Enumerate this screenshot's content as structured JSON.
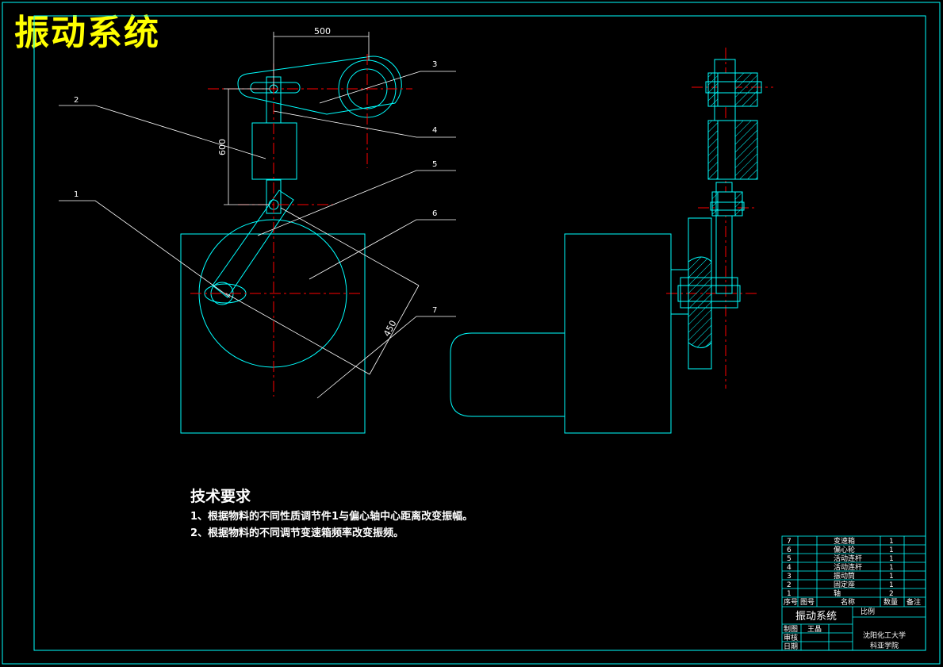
{
  "drawing_title": "振动系统",
  "dimensions": {
    "width_label": "500",
    "height_label": "600",
    "diagonal_label": "450"
  },
  "callouts": [
    "1",
    "2",
    "3",
    "4",
    "5",
    "6",
    "7"
  ],
  "tech_requirements": {
    "heading": "技术要求",
    "items": [
      "1、根据物料的不同性质调节件1与偏心轴中心距离改变振幅。",
      "2、根据物料的不同调节变速箱频率改变振频。"
    ]
  },
  "bom": {
    "rows": [
      {
        "no": "7",
        "name": "变速箱",
        "qty": "1"
      },
      {
        "no": "6",
        "name": "偏心轮",
        "qty": "1"
      },
      {
        "no": "5",
        "name": "活动连杆",
        "qty": "1"
      },
      {
        "no": "4",
        "name": "活动连杆",
        "qty": "1"
      },
      {
        "no": "3",
        "name": "振动筒",
        "qty": "1"
      },
      {
        "no": "2",
        "name": "固定座",
        "qty": "1"
      },
      {
        "no": "1",
        "name": "轴",
        "qty": "2"
      }
    ],
    "header": {
      "no": "序号",
      "code": "图号",
      "name": "名称",
      "qty": "数量",
      "note": "备注"
    }
  },
  "title_block": {
    "drawing_name": "振动系统",
    "scale_label": "比例",
    "drawn_label": "制图",
    "drawn_by": "王晶",
    "checked_label": "审核",
    "date_label": "日期",
    "school_line1": "沈阳化工大学",
    "school_line2": "科亚学院"
  },
  "colors": {
    "outline": "#00ffff",
    "center": "#ff0000",
    "leader": "#ffffff",
    "title": "#ffff00",
    "background": "#000000"
  }
}
